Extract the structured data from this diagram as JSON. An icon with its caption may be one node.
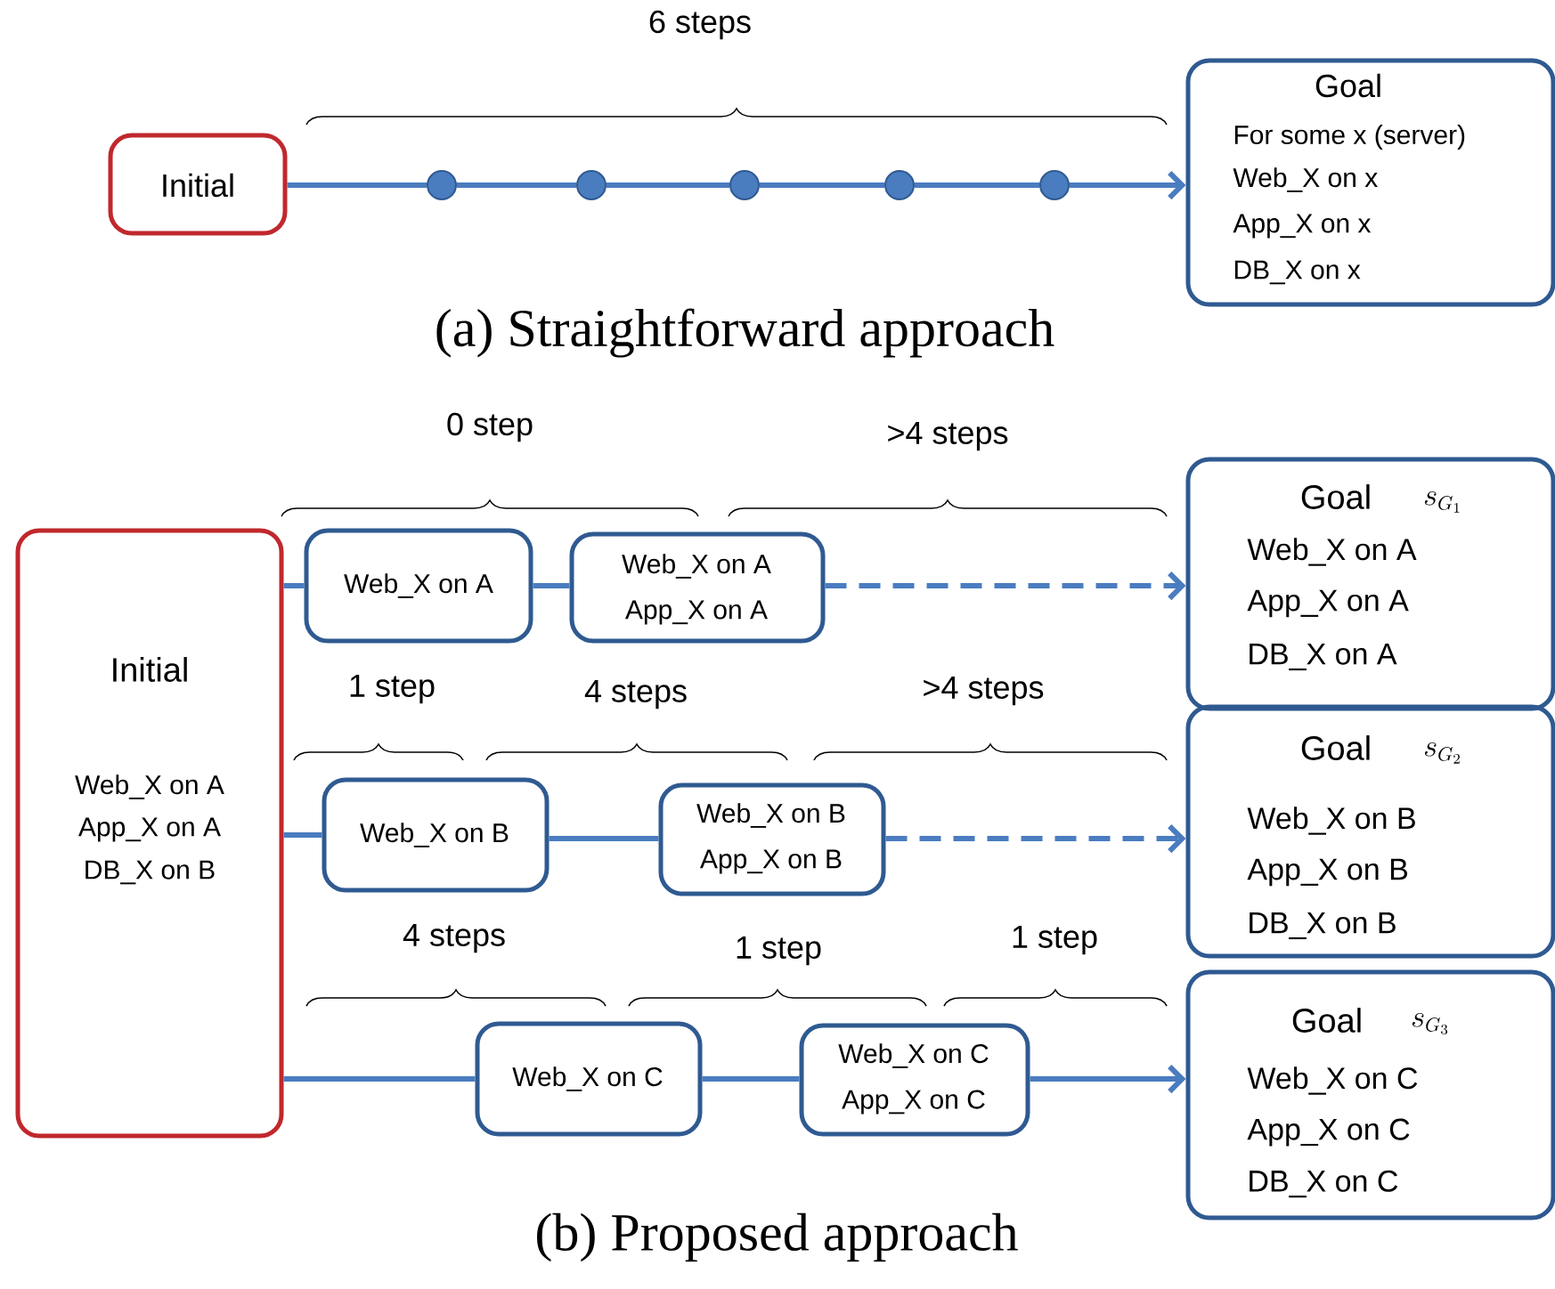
{
  "diagram": {
    "nodes": [
      {
        "text": [
          "Initial"
        ]
      },
      {
        "text": [],
        "shape": "circle"
      },
      {
        "text": [],
        "shape": "circle"
      },
      {
        "text": [],
        "shape": "circle"
      },
      {
        "text": [],
        "shape": "circle"
      },
      {
        "text": [],
        "shape": "circle"
      },
      {
        "text": [
          "Goal",
          "For some x (server)",
          "Web_X on x",
          "App_X on x",
          "DB_X on x"
        ]
      },
      {
        "text": [
          "Initial",
          "Web_X on A",
          "App_X on A",
          "DB_X on B"
        ]
      },
      {
        "text": [
          "Web_X on A"
        ]
      },
      {
        "text": [
          "Web_X on A",
          "App_X on A"
        ]
      },
      {
        "text": [
          "Goal",
          "s_{G_1}",
          "Web_X on A",
          "App_X on A",
          "DB_X on A"
        ]
      },
      {
        "text": [
          "Web_X on B"
        ]
      },
      {
        "text": [
          "Web_X on B",
          "App_X on B"
        ]
      },
      {
        "text": [
          "Goal",
          "s_{G_2}",
          "Web_X on B",
          "App_X on B",
          "DB_X on B"
        ]
      },
      {
        "text": [
          "Web_X on C"
        ]
      },
      {
        "text": [
          "Web_X on C",
          "App_X on C"
        ]
      },
      {
        "text": [
          "Goal",
          "s_{G_3}",
          "Web_X on C",
          "App_X on C",
          "DB_X on C"
        ]
      }
    ],
    "edges": [
      {
        "from": 0,
        "to": 1,
        "arrow": "none"
      },
      {
        "from": 1,
        "to": 2,
        "arrow": "none"
      },
      {
        "from": 2,
        "to": 3,
        "arrow": "none"
      },
      {
        "from": 3,
        "to": 4,
        "arrow": "none"
      },
      {
        "from": 4,
        "to": 5,
        "arrow": "none"
      },
      {
        "from": 5,
        "to": 6,
        "arrow": "to"
      },
      {
        "from": 7,
        "to": 8,
        "arrow": "none"
      },
      {
        "from": 8,
        "to": 9,
        "arrow": "none"
      },
      {
        "from": 9,
        "to": 10,
        "arrow": "to",
        "style": "dashed"
      },
      {
        "from": 7,
        "to": 11,
        "arrow": "none"
      },
      {
        "from": 11,
        "to": 12,
        "arrow": "none"
      },
      {
        "from": 12,
        "to": 13,
        "arrow": "to",
        "style": "dashed"
      },
      {
        "from": 7,
        "to": 14,
        "arrow": "none"
      },
      {
        "from": 14,
        "to": 15,
        "arrow": "none"
      },
      {
        "from": 15,
        "to": 16,
        "arrow": "to"
      }
    ],
    "labels": [
      "6 steps",
      "(a) Straightforward approach",
      "0 step",
      ">4 steps",
      "1 step",
      "4 steps",
      ">4 steps",
      "4 steps",
      "1 step",
      "1 step",
      "(b) Proposed approach"
    ]
  }
}
